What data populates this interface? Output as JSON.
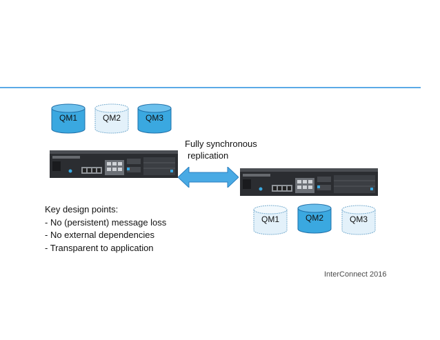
{
  "colors": {
    "accent_line": "#5aa9e6",
    "qm_active": "#3aa8e0",
    "qm_standby": "#e3f1fa",
    "arrow": "#49aae4",
    "server_body": "#2b2d31"
  },
  "top_site": {
    "queue_managers": [
      {
        "label": "QM1",
        "state": "active"
      },
      {
        "label": "QM2",
        "state": "standby"
      },
      {
        "label": "QM3",
        "state": "active"
      }
    ]
  },
  "bottom_site": {
    "queue_managers": [
      {
        "label": "QM1",
        "state": "standby"
      },
      {
        "label": "QM2",
        "state": "active"
      },
      {
        "label": "QM3",
        "state": "standby"
      }
    ]
  },
  "replication": {
    "line1": "Fully synchronous",
    "line2": "replication"
  },
  "design_points": {
    "heading": "Key design points:",
    "items": [
      "-  No (persistent) message loss",
      "-  No external dependencies",
      "-  Transparent to application"
    ]
  },
  "footer": "InterConnect 2016"
}
